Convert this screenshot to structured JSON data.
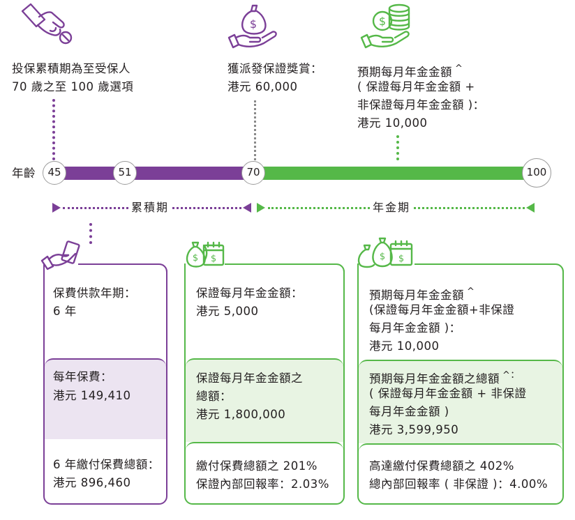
{
  "top": {
    "col1": {
      "line1": "投保累積期為至受保人",
      "line2": "70 歲之至 100 歲選項"
    },
    "col2": {
      "line1": "獲派發保證獎賞：",
      "line2": "港元 60,000"
    },
    "col3": {
      "line1": "預期每月年金金額",
      "caret": "^",
      "line2": "( 保證每月年金金額 +",
      "line3": "非保證每月年金金額 )：",
      "line4": "港元 10,000"
    }
  },
  "timeline": {
    "age_label": "年齡",
    "ages": [
      "45",
      "51",
      "70",
      "100"
    ],
    "accumulation_label": "累積期",
    "annuity_label": "年金期"
  },
  "boxes": {
    "box1": {
      "seg1": {
        "line1": "保費供款年期：",
        "line2": "6 年"
      },
      "seg2": {
        "line1": "每年保費：",
        "line2": "港元 149,410"
      },
      "seg3": {
        "line1": "6 年繳付保費總額：",
        "line2": "港元 896,460"
      }
    },
    "box2": {
      "seg1": {
        "line1": "保證每月年金金額：",
        "line2": "港元 5,000"
      },
      "seg2": {
        "line1": "保證每月年金金額之",
        "line2": "總額：",
        "line3": "港元 1,800,000"
      },
      "seg3": {
        "line1": "繳付保費總額之 201%",
        "line2": "保證內部回報率：2.03%"
      }
    },
    "box3": {
      "seg1": {
        "line1": "預期每月年金金額",
        "caret": "^",
        "line2": "(保證每月年金金額+非保證",
        "line3": "每月年金金額 )：",
        "line4": "港元 10,000"
      },
      "seg2": {
        "line1": "預期每月年金金額之總額",
        "caret": "^：",
        "line2": "( 保證每月年金金額 + 非保證",
        "line3": "每月年金金額 )",
        "line4": "港元 3,599,950"
      },
      "seg3": {
        "line1": "高達繳付保費總額之 402%",
        "line2": "總內部回報率 ( 非保證 )：4.00%"
      }
    }
  },
  "colors": {
    "purple": "#7b3f97",
    "green": "#55b848",
    "light_purple": "#ece4f1",
    "light_green": "#e8f4e3"
  },
  "icons": [
    "hand-coin-icon",
    "money-bag-hand-icon",
    "coin-stack-hand-icon",
    "hand-giving-money-icon",
    "money-bags-calendar-icon",
    "money-bags-calendar-icon"
  ]
}
